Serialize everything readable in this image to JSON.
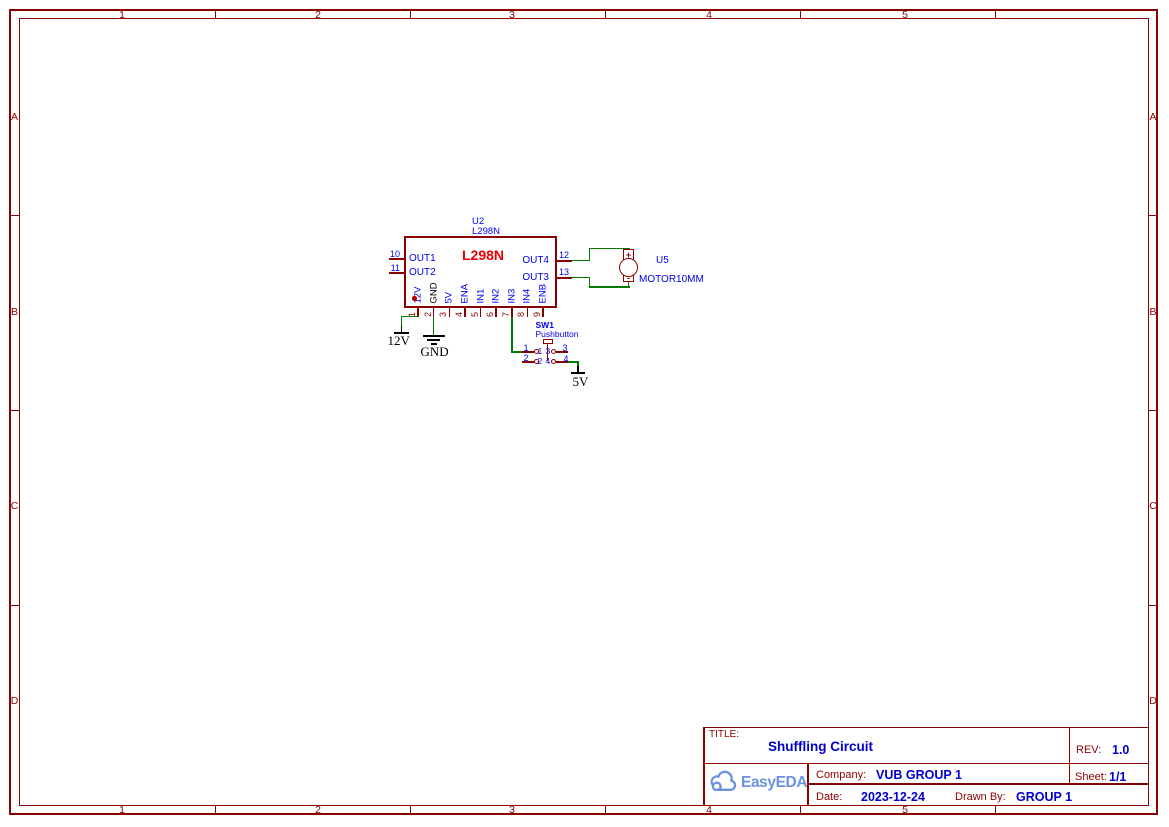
{
  "frame": {
    "columns": [
      "1",
      "2",
      "3",
      "4",
      "5"
    ],
    "rows": [
      "A",
      "B",
      "C",
      "D"
    ]
  },
  "schematic": {
    "u2": {
      "ref": "U2",
      "value": "L298N",
      "chip_label": "L298N",
      "left_pins": [
        {
          "num": "10",
          "name": "OUT1"
        },
        {
          "num": "11",
          "name": "OUT2"
        }
      ],
      "right_pins": [
        {
          "num": "12",
          "name": "OUT4"
        },
        {
          "num": "13",
          "name": "OUT3"
        }
      ],
      "bottom_pins": [
        {
          "num": "1",
          "name": "12V"
        },
        {
          "num": "2",
          "name": "GND"
        },
        {
          "num": "3",
          "name": "5V"
        },
        {
          "num": "4",
          "name": "ENA"
        },
        {
          "num": "5",
          "name": "IN1"
        },
        {
          "num": "6",
          "name": "IN2"
        },
        {
          "num": "7",
          "name": "IN3"
        },
        {
          "num": "8",
          "name": "IN4"
        },
        {
          "num": "9",
          "name": "ENB"
        }
      ]
    },
    "u5": {
      "ref": "U5",
      "value": "MOTOR10MM",
      "plus": "+",
      "minus": "-"
    },
    "sw1": {
      "ref": "SW1",
      "value": "Pushbutton",
      "pins": [
        "1",
        "2",
        "3",
        "4"
      ]
    },
    "power": {
      "p12v": "12V",
      "gnd": "GND",
      "p5v": "5V"
    }
  },
  "title_block": {
    "title_label": "TITLE:",
    "title": "Shuffling Circuit",
    "rev_label": "REV:",
    "rev": "1.0",
    "company_label": "Company:",
    "company": "VUB GROUP 1",
    "sheet_label": "Sheet:",
    "sheet": "1/1",
    "date_label": "Date:",
    "date": "2023-12-24",
    "drawn_label": "Drawn By:",
    "drawn": "GROUP 1",
    "logo_text": "EasyEDA"
  },
  "colors": {
    "frame": "#880000",
    "wire": "#007a00",
    "label_blue": "#0000ee",
    "chip_red": "#ee0000",
    "logo_blue": "#6b91e0"
  }
}
